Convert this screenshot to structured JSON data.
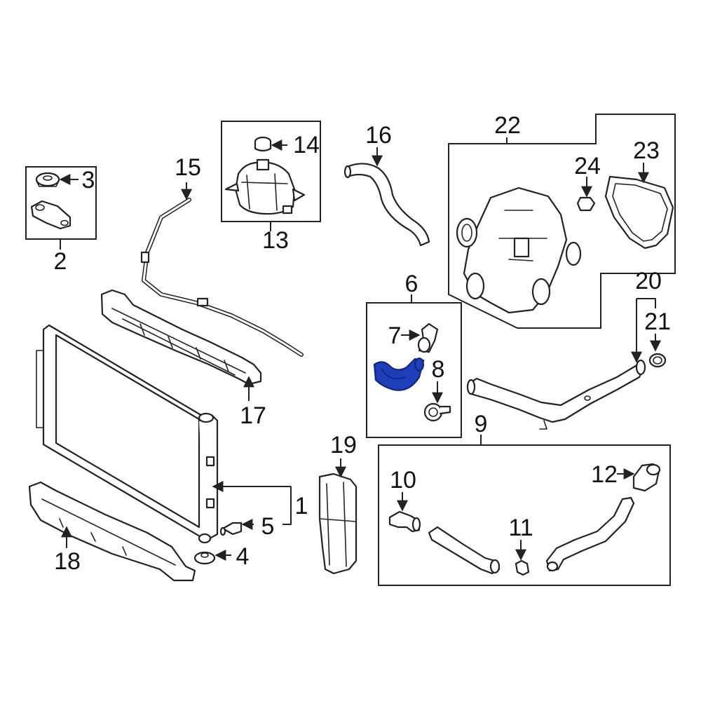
{
  "colors": {
    "line": "#222222",
    "background": "#ffffff",
    "highlight": "#1f3fb8",
    "highlight_dark": "#0f2580"
  },
  "callouts": {
    "p1": "1",
    "p2": "2",
    "p3": "3",
    "p4": "4",
    "p5": "5",
    "p6": "6",
    "p7": "7",
    "p8": "8",
    "p9": "9",
    "p10": "10",
    "p11": "11",
    "p12": "12",
    "p13": "13",
    "p14": "14",
    "p15": "15",
    "p16": "16",
    "p17": "17",
    "p18": "18",
    "p19": "19",
    "p20": "20",
    "p21": "21",
    "p22": "22",
    "p23": "23",
    "p24": "24"
  },
  "highlighted_part": "6"
}
